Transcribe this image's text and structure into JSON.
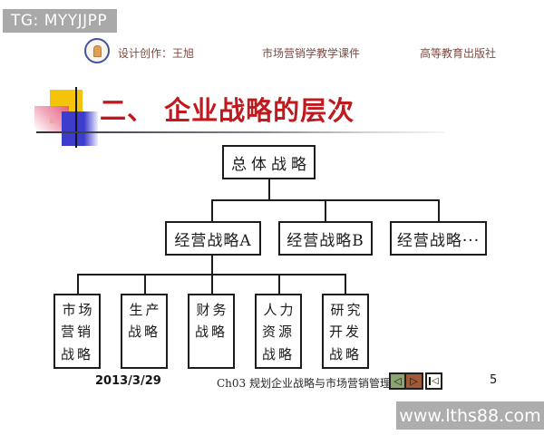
{
  "watermarks": {
    "top_left": "TG: MYYJJPP",
    "bottom_right": "www.lths88.com"
  },
  "header": {
    "logo_icon": "university-emblem-icon",
    "credit": "设计创作：王旭",
    "courseware": "市场营销学教学课件",
    "publisher": "高等教育出版社"
  },
  "slide": {
    "title": "二、 企业战略的层次"
  },
  "chart_data": {
    "type": "tree",
    "title": "企业战略的层次",
    "root": "总体战略",
    "level2": [
      "经营战略A",
      "经营战略B",
      "经营战略···"
    ],
    "level3_parent": "经营战略A",
    "level3": [
      "市场\n营销\n战略",
      "生产\n战略",
      "财务\n战略",
      "人力\n资源\n战略",
      "研究\n开发\n战略"
    ]
  },
  "footer": {
    "date": "2013/3/29",
    "chapter": "Ch03 规划企业战略与市场营销管理",
    "page_number": "5",
    "nav": {
      "prev_glyph": "◁",
      "next_glyph": "▷",
      "first_glyph": "◁"
    }
  },
  "colors": {
    "title_red": "#c0191e",
    "banner_gray": "#a9a9a9",
    "nav_green": "#8ba771",
    "nav_brown": "#a05a36",
    "line_black": "#1c1c1c",
    "accent_yellow": "#f4c40a",
    "accent_blue": "#3c3ccd",
    "accent_pink": "#e4607e"
  }
}
